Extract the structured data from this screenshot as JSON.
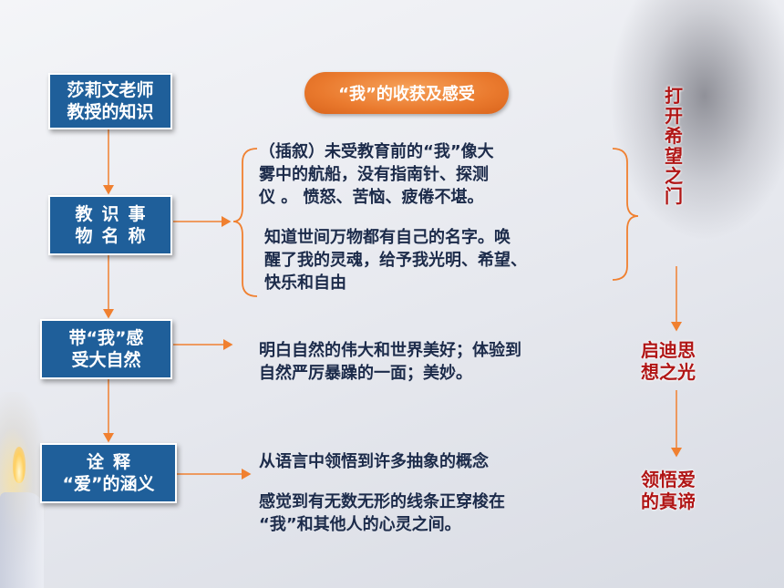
{
  "left_boxes": {
    "box1": [
      "莎莉文老师",
      "教授的知识"
    ],
    "box2": [
      "教识事",
      "物名称"
    ],
    "box3": [
      "带“我”感",
      "受大自然"
    ],
    "box4": [
      "诠释",
      "“爱”的涵义"
    ]
  },
  "pill": {
    "title": "“我”的收获及感受"
  },
  "middle": {
    "block1": [
      "（插叙）未受教育前的“我”像大",
      "雾中的航船，没有指南针、探测",
      "仪 。 愤怒、苦恼、疲倦不堪。"
    ],
    "block2": [
      "知道世间万物都有自己的名字。唤",
      "醒了我的灵魂，给予我光明、希望、",
      "快乐和自由"
    ],
    "block3": [
      "明白自然的伟大和世界美好；体验到",
      "自然严厉暴躁的一面；美妙。"
    ],
    "block4": [
      "从语言中领悟到许多抽象的概念"
    ],
    "block5": [
      "感觉到有无数无形的线条正穿梭在",
      "“我”和其他人的心灵之间。"
    ]
  },
  "right": {
    "r1": "打开希望之门",
    "r2": [
      "启迪思",
      "想之光"
    ],
    "r3": [
      "领悟爱",
      "的真谛"
    ]
  },
  "colors": {
    "box_fill": "#1f5f9a",
    "pill_fill": "#ea7a2e",
    "arrow": "#f08030",
    "text": "#1c2b4a",
    "accent": "#b01515"
  }
}
